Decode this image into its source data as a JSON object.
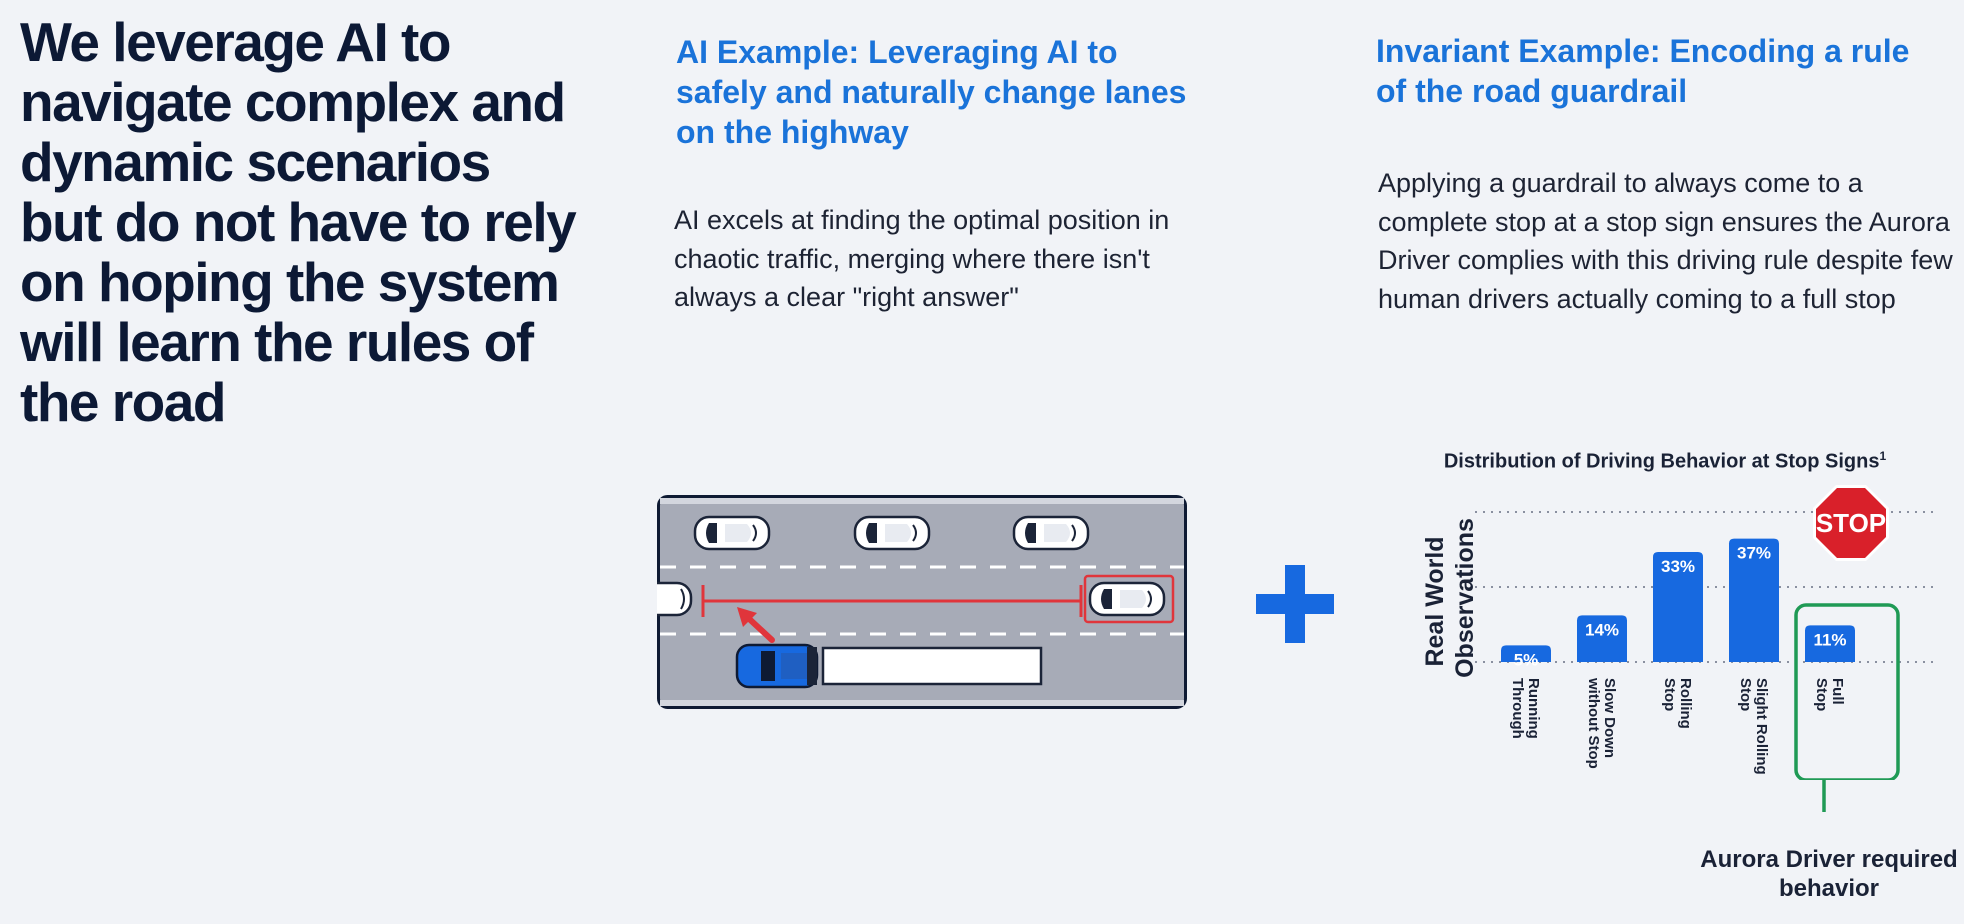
{
  "headline": "We leverage AI to navigate complex and dynamic scenarios but do not have to rely on hoping the system will learn the rules of the road",
  "ai_example": {
    "title": "AI Example: Leveraging AI to safely and naturally change lanes on the highway",
    "body": "AI excels at finding the optimal position in chaotic traffic, merging where there isn't always a clear \"right answer\""
  },
  "invariant_example": {
    "title": "Invariant Example: Encoding a rule of the road guardrail",
    "body": "Applying a guardrail to always come to a complete stop at a stop sign ensures the Aurora Driver complies with this driving rule despite few human drivers actually coming to a full stop"
  },
  "stop_sign_text": "STOP",
  "caption": "Aurora Driver required behavior",
  "colors": {
    "accent_blue": "#1a73d9",
    "bar_blue": "#1769e0",
    "highlight_green": "#1f9a55",
    "stop_red": "#d9202a",
    "guard_red": "#e0353b",
    "road_gray": "#a7abb7"
  },
  "chart_data": {
    "type": "bar",
    "title": "Distribution of Driving Behavior at Stop Signs",
    "title_footnote": "1",
    "ylabel": "Real World Observations",
    "xlabel": "",
    "categories": [
      "Running Through",
      "Slow Down without Stop",
      "Rolling Stop",
      "Slight Rolling Stop",
      "Full Stop"
    ],
    "values": [
      5,
      14,
      33,
      37,
      11
    ],
    "value_labels": [
      "5%",
      "14%",
      "33%",
      "37%",
      "11%"
    ],
    "ylim": [
      0,
      45
    ],
    "grid": true,
    "highlighted_category": "Full Stop",
    "orientation_of_tick_labels": "vertical"
  }
}
